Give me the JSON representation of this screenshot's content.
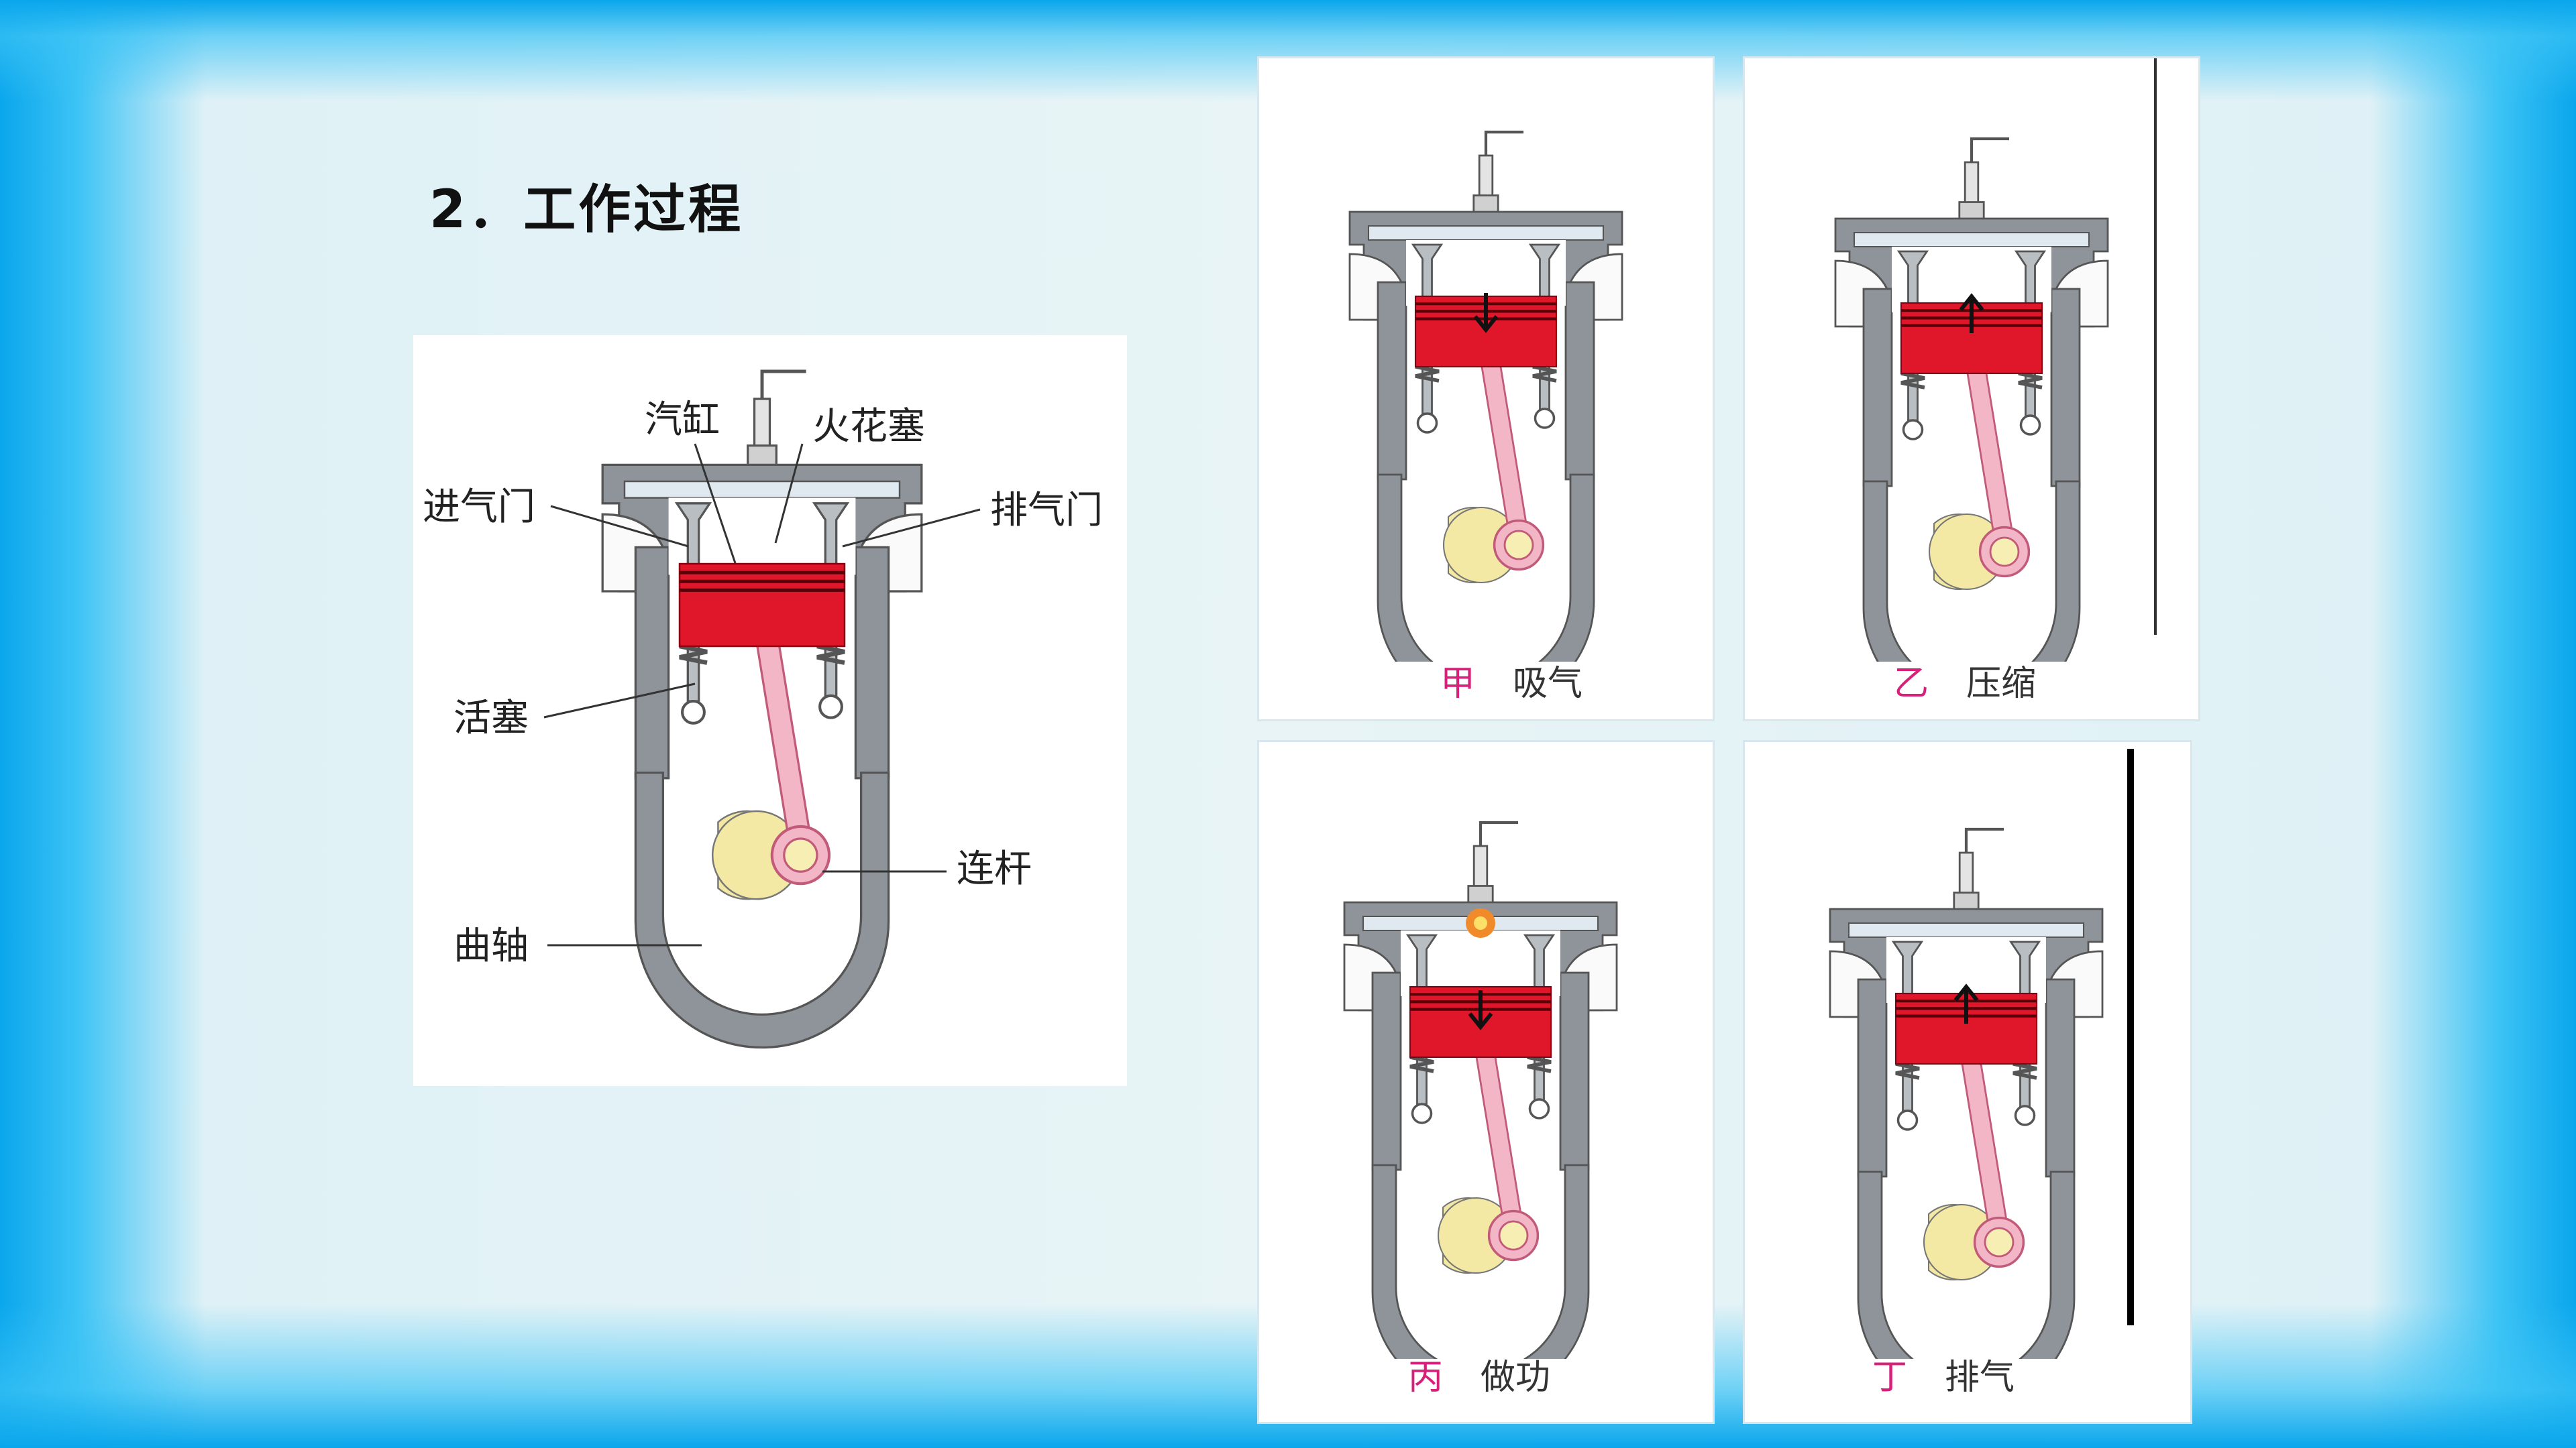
{
  "slide": {
    "title": "2．工作过程"
  },
  "main_diagram": {
    "labels": {
      "cylinder": "汽缸",
      "spark_plug": "火花塞",
      "intake_valve": "进气门",
      "exhaust_valve": "排气门",
      "piston": "活塞",
      "connecting_rod": "连杆",
      "crankshaft": "曲轴"
    }
  },
  "strokes": [
    {
      "letter": "甲",
      "name": "吸气",
      "piston_motion": "down"
    },
    {
      "letter": "乙",
      "name": "压缩",
      "piston_motion": "up"
    },
    {
      "letter": "丙",
      "name": "做功",
      "piston_motion": "down"
    },
    {
      "letter": "丁",
      "name": "排气",
      "piston_motion": "up"
    }
  ],
  "colors": {
    "piston": "#e0162b",
    "rod": "#f2b6c6",
    "crank": "#f3e9a4",
    "block": "#8e9499",
    "block_light": "#c9ced2",
    "caption_letter": "#d6207a",
    "border": "#0aa6ec"
  }
}
